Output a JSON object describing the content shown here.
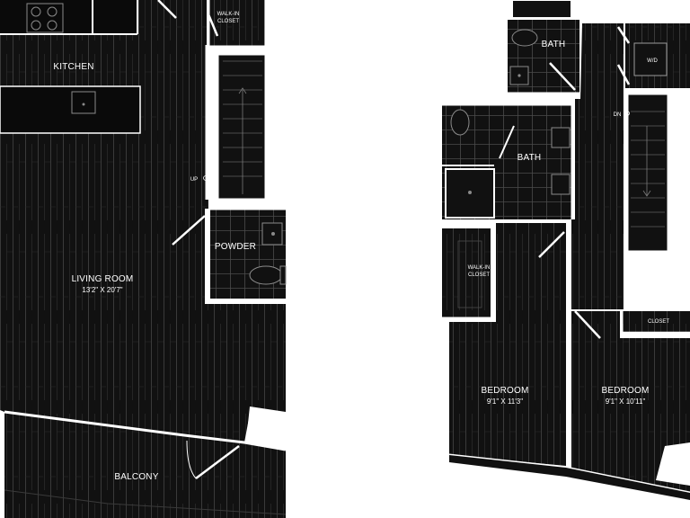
{
  "floorplan": {
    "rooms": {
      "kitchen": {
        "name": "KITCHEN"
      },
      "living_room": {
        "name": "LIVING ROOM",
        "dimensions": "13'2\" X 20'7\""
      },
      "balcony": {
        "name": "BALCONY"
      },
      "walkin_closet_upper": {
        "line1": "WALK-IN",
        "line2": "CLOSET"
      },
      "powder": {
        "name": "POWDER"
      },
      "bath_top": {
        "name": "BATH"
      },
      "bath_mid": {
        "name": "BATH"
      },
      "washer_dryer": {
        "name": "W/D"
      },
      "walkin_closet_lower": {
        "line1": "WALK-IN",
        "line2": "CLOSET"
      },
      "bedroom_1": {
        "name": "BEDROOM",
        "dimensions": "9'1\" X 11'3\""
      },
      "bedroom_2": {
        "name": "BEDROOM",
        "dimensions": "9'1\" X 10'11\""
      },
      "closet": {
        "name": "CLOSET"
      }
    },
    "stairs": {
      "up_label": "UP",
      "down_label": "DN"
    },
    "colors": {
      "floor": "#111111",
      "wood_line": "#3a3a3a",
      "wall": "#ffffff",
      "background": "#ffffff",
      "tile_line": "#4a4a4a"
    }
  }
}
